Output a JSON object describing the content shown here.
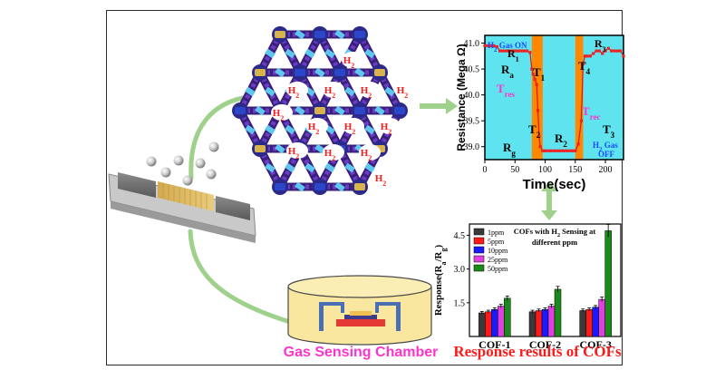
{
  "colors": {
    "h2_label": "#ff1a1a",
    "pink_label": "#ff33cc",
    "cyan_bg": "#5fe3ee",
    "orange_band": "#ff8800",
    "blue_text": "#1a4bff",
    "arrow_green": "#9fd08c",
    "chip_gold": "#d7b25f",
    "chamber_fill": "#f9e79f"
  },
  "framework": {
    "labels": [
      "H2",
      "H2",
      "H2",
      "H2",
      "H2",
      "H2",
      "H2",
      "H2",
      "H2",
      "H2",
      "H2",
      "H2",
      "H2"
    ]
  },
  "chamber": {
    "caption": "Gas Sensing Chamber"
  },
  "resistance_chart": {
    "type": "line",
    "x_label": "Time(sec)",
    "y_label": "Resistance (Mega Ω)",
    "x_ticks": [
      "0",
      "50",
      "100",
      "150",
      "200"
    ],
    "y_ticks": [
      "39.0",
      "39.5",
      "40.0",
      "40.5",
      "41.0"
    ],
    "xlim": [
      0,
      230
    ],
    "ylim": [
      38.75,
      41.15
    ],
    "gas_on_bands": [
      [
        78,
        96
      ],
      [
        150,
        163
      ]
    ],
    "annotations": {
      "gas_on": "H2 Gas ON",
      "gas_off_line1": "H2 Gas",
      "gas_off_line2": "OFF",
      "R1": "R1",
      "Ra": "Ra",
      "T1": "T1",
      "Tres": "Tres",
      "T2": "T2",
      "Rg": "Rg",
      "R2": "R2",
      "T3": "T3",
      "T4": "T4",
      "Trec": "Trec",
      "R3": "R3"
    },
    "points": [
      [
        0,
        40.95
      ],
      [
        5,
        40.95
      ],
      [
        10,
        40.95
      ],
      [
        15,
        40.95
      ],
      [
        20,
        40.93
      ],
      [
        25,
        40.85
      ],
      [
        30,
        40.85
      ],
      [
        35,
        40.85
      ],
      [
        40,
        40.85
      ],
      [
        45,
        40.85
      ],
      [
        50,
        40.85
      ],
      [
        55,
        40.85
      ],
      [
        60,
        40.85
      ],
      [
        65,
        40.85
      ],
      [
        70,
        40.85
      ],
      [
        75,
        40.82
      ],
      [
        78,
        40.5
      ],
      [
        80,
        40.4
      ],
      [
        83,
        40.3
      ],
      [
        86,
        40.2
      ],
      [
        88,
        39.7
      ],
      [
        90,
        39.2
      ],
      [
        92,
        39.0
      ],
      [
        96,
        38.92
      ],
      [
        100,
        38.92
      ],
      [
        105,
        38.92
      ],
      [
        110,
        38.92
      ],
      [
        115,
        38.92
      ],
      [
        120,
        38.92
      ],
      [
        125,
        38.92
      ],
      [
        130,
        38.92
      ],
      [
        135,
        38.92
      ],
      [
        140,
        38.92
      ],
      [
        145,
        38.92
      ],
      [
        150,
        38.92
      ],
      [
        155,
        39.05
      ],
      [
        160,
        39.5
      ],
      [
        163,
        40.6
      ],
      [
        166,
        40.75
      ],
      [
        170,
        40.75
      ],
      [
        175,
        40.75
      ],
      [
        180,
        40.8
      ],
      [
        185,
        40.85
      ],
      [
        190,
        40.85
      ],
      [
        195,
        40.8
      ],
      [
        200,
        40.85
      ],
      [
        205,
        40.9
      ],
      [
        210,
        40.85
      ],
      [
        215,
        40.85
      ],
      [
        220,
        40.85
      ],
      [
        225,
        40.85
      ],
      [
        230,
        40.75
      ]
    ]
  },
  "chart_data": {
    "type": "bar",
    "title": "COFs with H2 Sensing at different ppm",
    "xlabel": "",
    "ylabel": "Response(Ra/Rg)",
    "ylim": [
      0,
      5.0
    ],
    "y_ticks": [
      "1.5",
      "3.0",
      "4.5"
    ],
    "categories": [
      "COF-1",
      "COF-2",
      "COF-3"
    ],
    "legend_position": "top-left",
    "series": [
      {
        "name": "1ppm",
        "color": "#3a3a3a",
        "values": [
          1.05,
          1.1,
          1.15
        ]
      },
      {
        "name": "5ppm",
        "color": "#ff1a1a",
        "values": [
          1.1,
          1.15,
          1.2
        ]
      },
      {
        "name": "10ppm",
        "color": "#1a1aff",
        "values": [
          1.2,
          1.2,
          1.3
        ]
      },
      {
        "name": "25ppm",
        "color": "#e040e0",
        "values": [
          1.35,
          1.35,
          1.65
        ]
      },
      {
        "name": "50ppm",
        "color": "#1a8a1a",
        "values": [
          1.7,
          2.1,
          4.7
        ]
      }
    ]
  },
  "bottom_caption": "Response results of COFs"
}
